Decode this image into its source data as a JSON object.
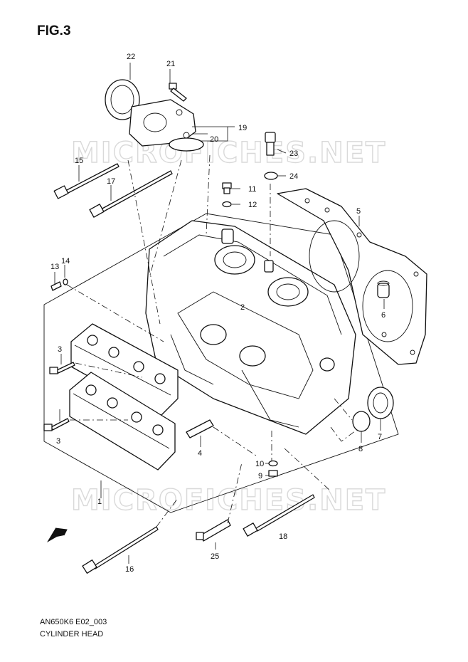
{
  "figure": {
    "title": "FIG.3",
    "code": "AN650K6 E02_003",
    "name": "CYLINDER HEAD"
  },
  "watermark": "MICROFICHES.NET",
  "callouts": [
    "22",
    "21",
    "19",
    "20",
    "15",
    "17",
    "11",
    "12",
    "23",
    "24",
    "5",
    "13",
    "14",
    "2",
    "6",
    "3",
    "3",
    "4",
    "7",
    "8",
    "10",
    "9",
    "1",
    "18",
    "16",
    "25"
  ],
  "icons": [
    "front-arrow-icon"
  ]
}
